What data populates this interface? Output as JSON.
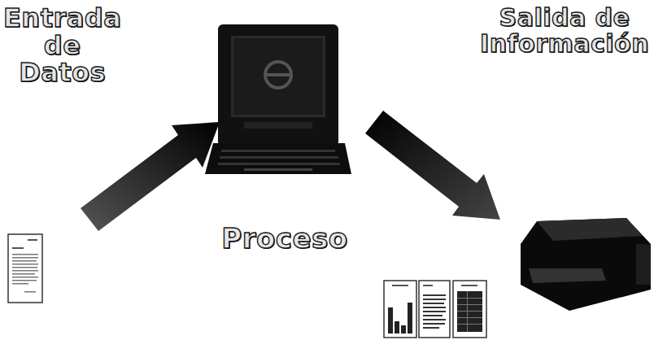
{
  "diagram": {
    "labels": [
      "Entrada de Datos",
      "Salida de Información",
      "Proceso"
    ]
  }
}
